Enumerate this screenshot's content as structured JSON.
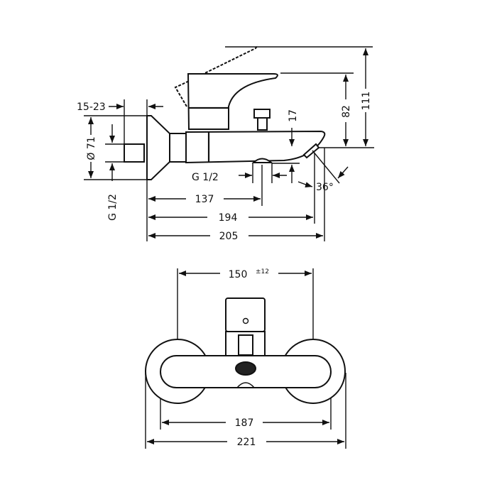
{
  "side_view": {
    "dim_wall_range": "15-23",
    "dim_diameter": "Ø 71",
    "dim_inlet_thread": "G 1/2",
    "dim_outlet_thread": "G 1/2",
    "dim_spout_drop": "17",
    "dim_handle_height": "82",
    "dim_total_height": "111",
    "dim_outlet_position": "137",
    "dim_spout_reach": "194",
    "dim_total_depth": "205",
    "dim_angle": "36°"
  },
  "front_view": {
    "dim_centers": "150",
    "dim_tolerance": "±12",
    "dim_inner_width": "187",
    "dim_total_width": "221"
  }
}
